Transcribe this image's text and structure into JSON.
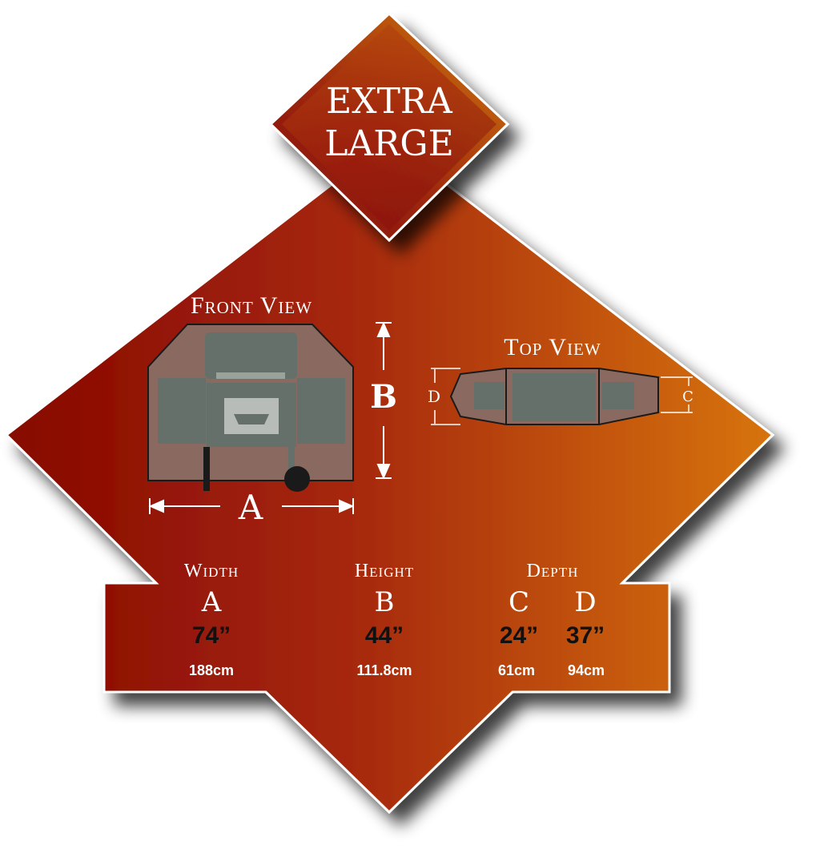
{
  "badge": {
    "line1": "EXTRA",
    "line2": "LARGE"
  },
  "front_view": {
    "title": "Front View",
    "width_letter": "A",
    "height_letter": "B"
  },
  "top_view": {
    "title": "Top View",
    "left_letter": "D",
    "right_letter": "C"
  },
  "specs": {
    "width": {
      "label": "Width",
      "letter": "A",
      "inches": "74”",
      "cm": "188cm"
    },
    "height": {
      "label": "Height",
      "letter": "B",
      "inches": "44”",
      "cm": "111.8cm"
    },
    "depth": {
      "label": "Depth",
      "c": {
        "letter": "C",
        "inches": "24”",
        "cm": "61cm"
      },
      "d": {
        "letter": "D",
        "inches": "37”",
        "cm": "94cm"
      }
    }
  },
  "colors": {
    "dark_red": "#8c0a06",
    "orange": "#d4700a",
    "badge_dark": "#7a0806",
    "grill_gray": "#6f7870"
  }
}
